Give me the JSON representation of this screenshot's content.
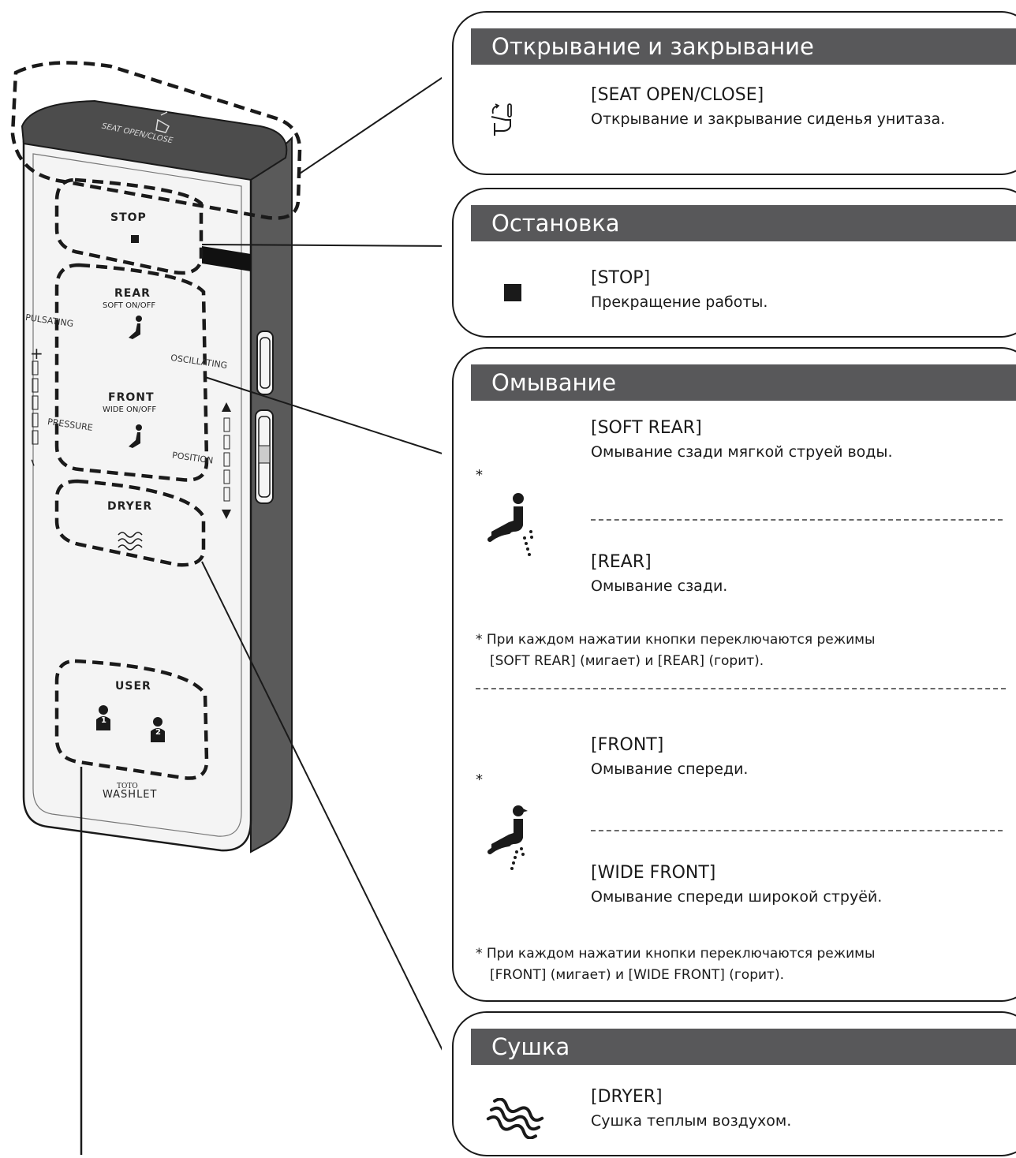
{
  "remote": {
    "labels": {
      "seat_open_close": "SEAT OPEN/CLOSE",
      "stop": "STOP",
      "rear": "REAR",
      "soft_on_off": "SOFT ON/OFF",
      "pulsating": "PULSATING",
      "oscillating": "OSCILLATING",
      "front": "FRONT",
      "wide_on_off": "WIDE ON/OFF",
      "pressure": "PRESSURE",
      "position": "POSITION",
      "dryer": "DRYER",
      "user": "USER",
      "user1": "1",
      "user2": "2",
      "brand_small": "TOTO",
      "brand": "WASHLET",
      "plus": "+",
      "minus": "–"
    }
  },
  "panels": [
    {
      "header": "Открывание и закрывание",
      "title": "[SEAT OPEN/CLOSE]",
      "desc": "Открывание и закрывание сиденья унитаза.",
      "icon": "seat-open-close-icon"
    },
    {
      "header": "Остановка",
      "title": "[STOP]",
      "desc": "Прекращение работы.",
      "icon": "stop-square-icon"
    },
    {
      "header": "Омывание",
      "icon_rear": "rear-wash-person-icon",
      "icon_front": "front-wash-person-icon",
      "soft_rear_title": "[SOFT REAR]",
      "soft_rear_desc": "Омывание сзади мягкой струей воды.",
      "rear_title": "[REAR]",
      "rear_desc": "Омывание сзади.",
      "note1_line1": "* При каждом нажатии кнопки переключаются режимы",
      "note1_line2": "[SOFT REAR] (мигает) и [REAR] (горит).",
      "front_title": "[FRONT]",
      "front_desc": "Омывание спереди.",
      "wide_front_title": "[WIDE FRONT]",
      "wide_front_desc": "Омывание спереди широкой струёй.",
      "note2_line1": "* При каждом нажатии кнопки переключаются режимы",
      "note2_line2": "[FRONT] (мигает) и [WIDE FRONT] (горит).",
      "star": "*"
    },
    {
      "header": "Сушка",
      "title": "[DRYER]",
      "desc": "Сушка теплым воздухом.",
      "icon": "dryer-waves-icon"
    }
  ],
  "colors": {
    "header_bg": "#58585a",
    "outline": "#1a1a1a",
    "remote_side": "#5a5a5a",
    "remote_top": "#4c4c4c"
  }
}
